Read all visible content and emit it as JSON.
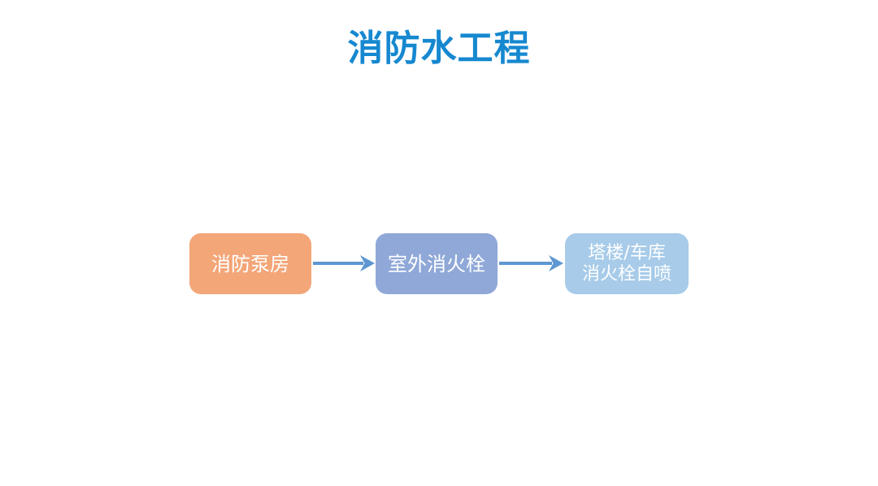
{
  "title": "消防水工程",
  "colors": {
    "background": "#FFFFFF",
    "title_text": "#1688D0",
    "arrow": "#5E97D1",
    "node_text": "#FFFFFF",
    "node_fire_pump_bg": "#F3A678",
    "node_outdoor_hydrant_bg": "#8FA8D8",
    "node_tower_garage_bg": "#A7CBE9"
  },
  "flow": {
    "nodes": [
      {
        "name": "fire-pump-room",
        "bg": "#F3A678",
        "lines": [
          "消防泵房"
        ]
      },
      {
        "name": "outdoor-fire-hydrant",
        "bg": "#8FA8D8",
        "lines": [
          "室外消火栓"
        ]
      },
      {
        "name": "tower-garage-hydrant-sprinkler",
        "bg": "#A7CBE9",
        "lines": [
          "塔楼/车库",
          "消火栓自喷"
        ]
      }
    ],
    "connectors": [
      {
        "from": "消防泵房",
        "to": "室外消火栓"
      },
      {
        "from": "室外消火栓",
        "to": "塔楼/车库 消火栓自喷"
      }
    ]
  }
}
